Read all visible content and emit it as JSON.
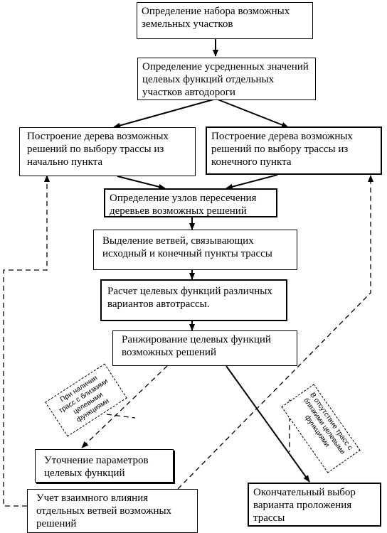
{
  "blocks": {
    "b1": "Определение  набора возможных земельных участков",
    "b2": "Определение усредненных значений целевых функций отдельных участков автодороги",
    "b3": "Построение дерева возможных решений по выбору трассы из начально пункта",
    "b4": "Построение дерева возможных решений по выбору трассы из конечного пункта",
    "b5": "Определение узлов пересечения деревьев возможных решений",
    "b6": "Выделение ветвей, связывающих исходный и конечный пункты трассы",
    "b7": "Расчет целевых функций различных вариантов автотрассы.",
    "b8": "Ранжирование целевых функций возможных решений",
    "b9": "Уточнение параметров целевых функций",
    "b10": "Учет взаимного влияния отдельных ветвей возможных решений",
    "b11": "Окончательный выбор варианта проложения трассы"
  },
  "notes": {
    "left": "При наличии трасс с близкими целевыми функциями",
    "right": "В отсутствие трасс с близкими целевыми функциями"
  }
}
